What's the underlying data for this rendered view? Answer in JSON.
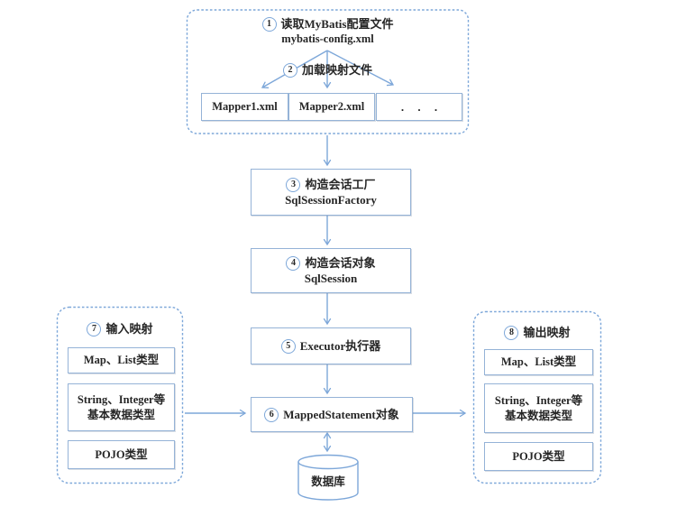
{
  "colors": {
    "line_blue": "#7da7d9",
    "box_border": "#95b3d7",
    "text": "#262626"
  },
  "config_section": {
    "step1_num": "1",
    "step1_label": "读取MyBatis配置文件",
    "step1_file": "mybatis-config.xml",
    "step2_num": "2",
    "step2_label": "加载映射文件",
    "mappers": [
      "Mapper1.xml",
      "Mapper2.xml",
      ". . ."
    ]
  },
  "flow": {
    "step3": {
      "num": "3",
      "label": "构造会话工厂",
      "sub": "SqlSessionFactory"
    },
    "step4": {
      "num": "4",
      "label": "构造会话对象",
      "sub": "SqlSession"
    },
    "step5": {
      "num": "5",
      "label": "Executor执行器"
    },
    "step6": {
      "num": "6",
      "label": "MappedStatement对象"
    }
  },
  "input_panel": {
    "num": "7",
    "title": "输入映射",
    "items": [
      "Map、List类型",
      "String、Integer等\n基本数据类型",
      "POJO类型"
    ]
  },
  "output_panel": {
    "num": "8",
    "title": "输出映射",
    "items": [
      "Map、List类型",
      "String、Integer等\n基本数据类型",
      "POJO类型"
    ]
  },
  "database": {
    "label": "数据库"
  }
}
